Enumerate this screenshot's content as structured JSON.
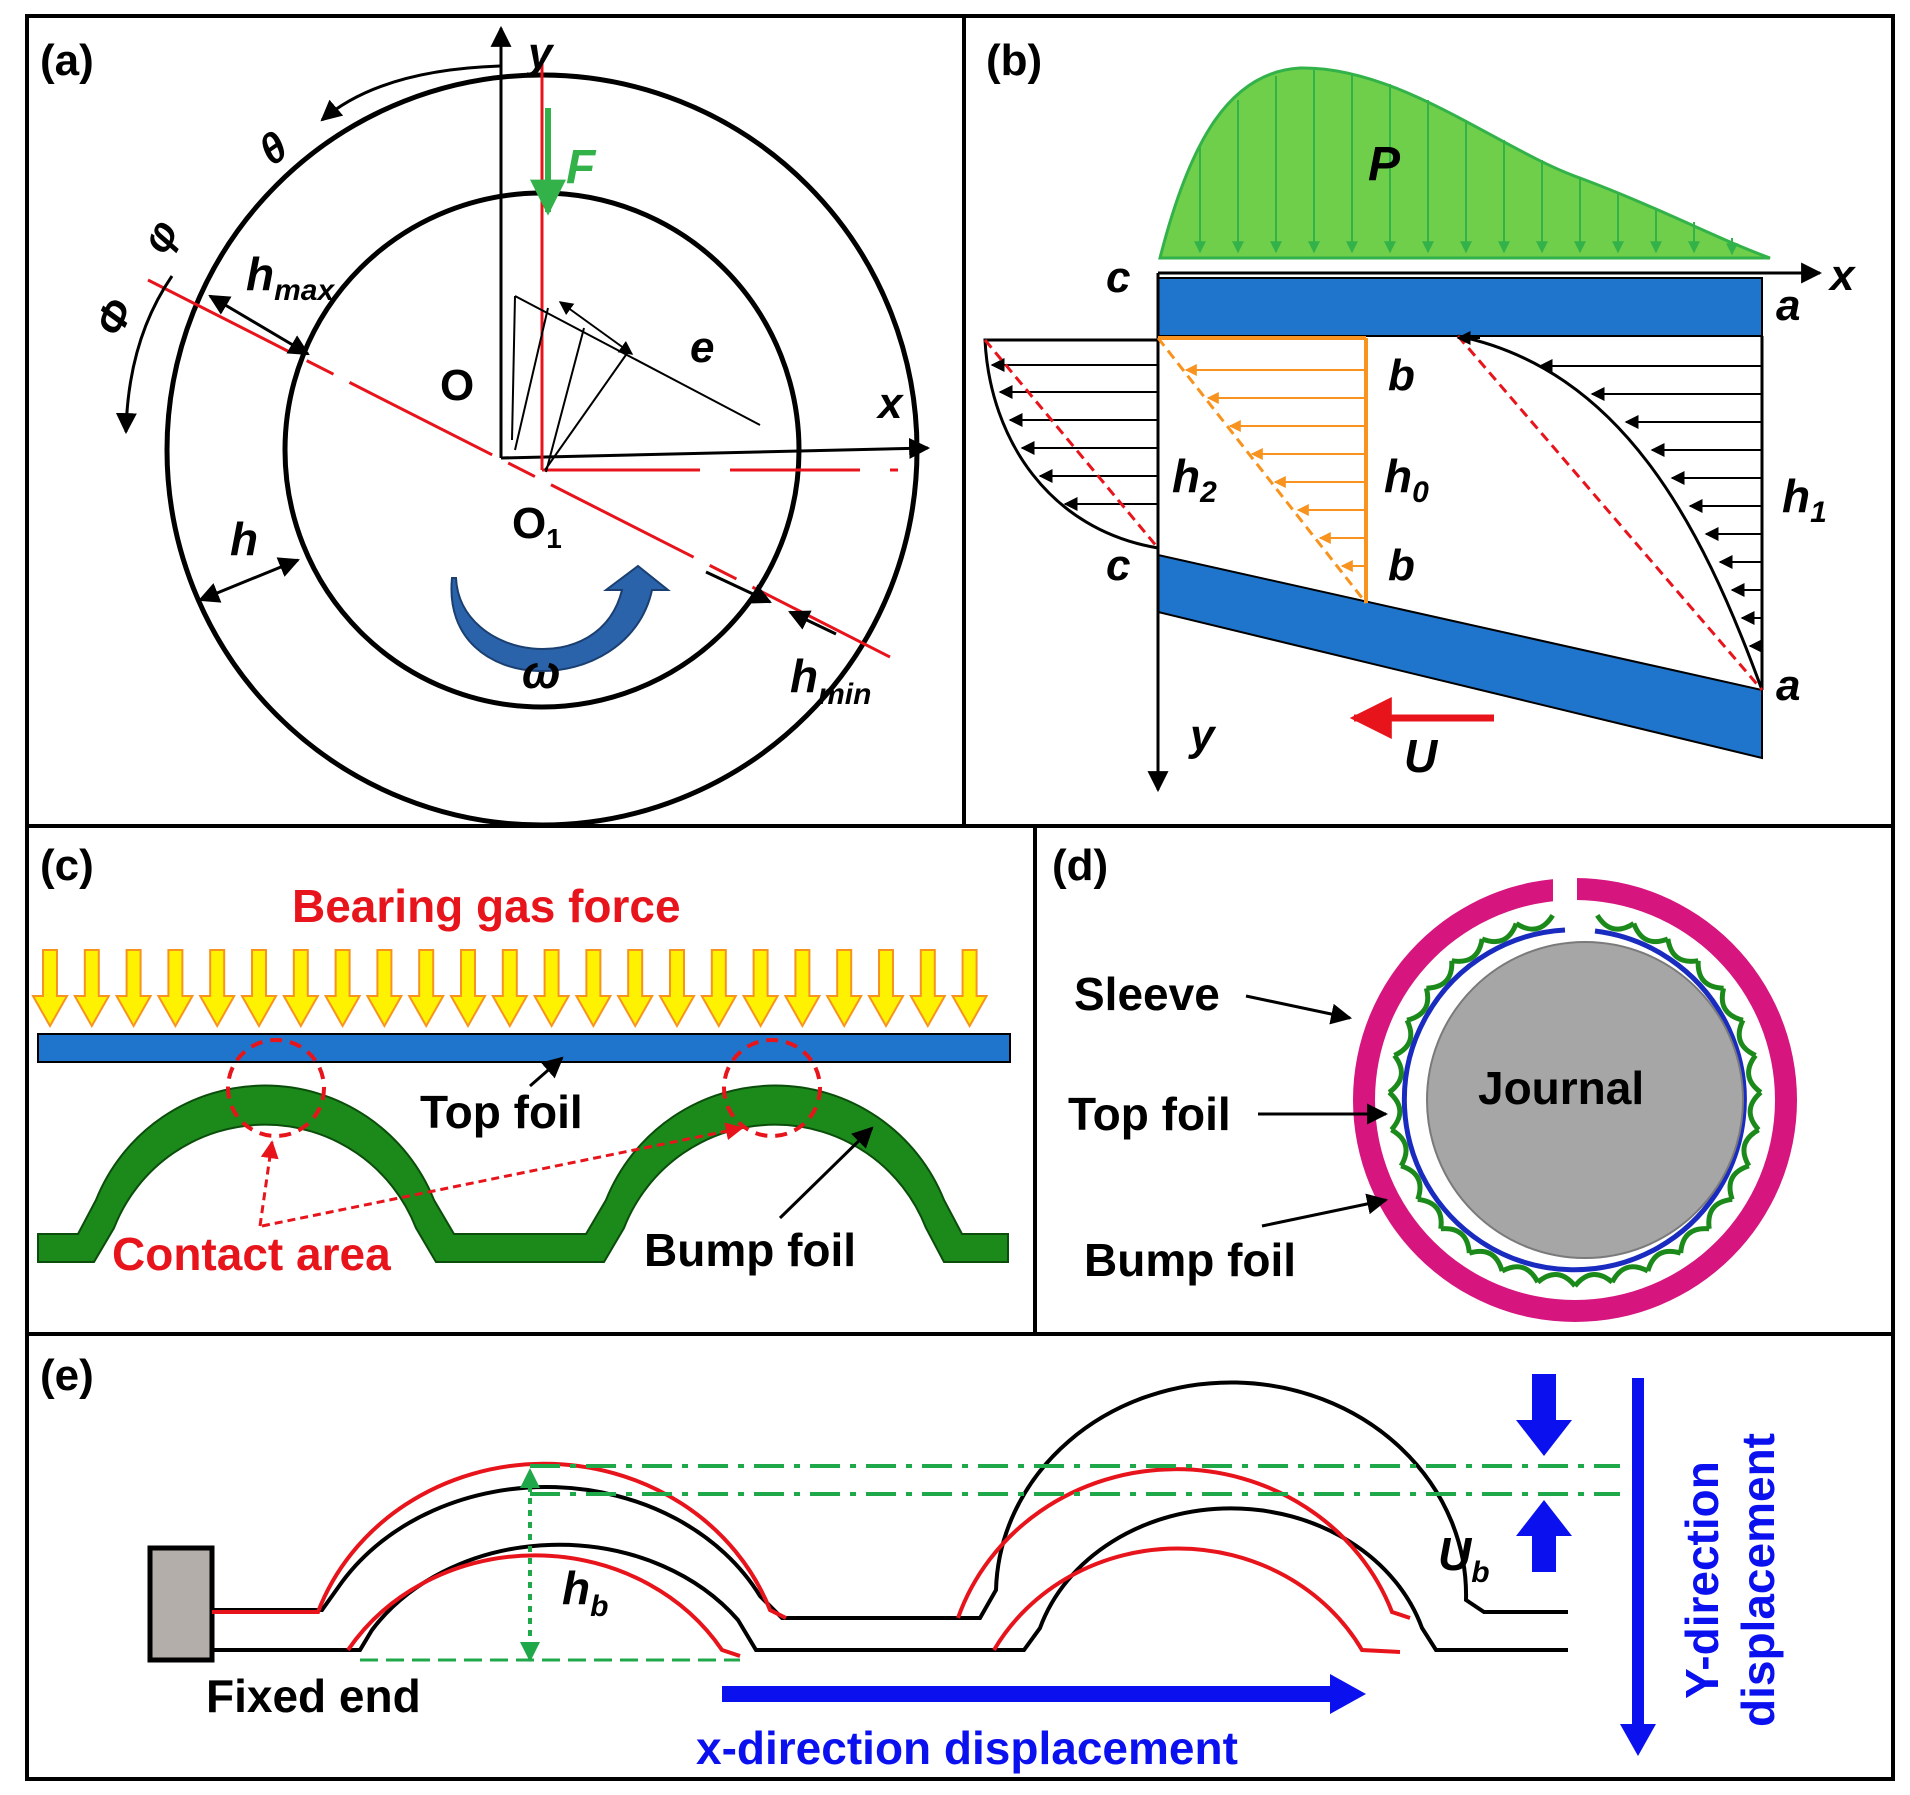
{
  "panels": {
    "a": {
      "tag": "(a)",
      "y": "y",
      "x": "x",
      "F": "F",
      "theta": "θ",
      "varphi": "φ",
      "Phi": "Φ",
      "h_max_base": "h",
      "h_max_sub": "max",
      "e": "e",
      "O": "O",
      "O1_base": "O",
      "O1_sub": "1",
      "h": "h",
      "omega": "ω",
      "h_min_base": "h",
      "h_min_sub": "min"
    },
    "b": {
      "tag": "(b)",
      "P": "P",
      "x": "x",
      "y": "y",
      "c_top": "c",
      "c_bottom": "c",
      "a_top": "a",
      "a_bottom": "a",
      "b_top": "b",
      "b_bottom": "b",
      "h0_base": "h",
      "h0_sub": "0",
      "h1_base": "h",
      "h1_sub": "1",
      "h2_base": "h",
      "h2_sub": "2",
      "U": "U"
    },
    "c": {
      "tag": "(c)",
      "bearing_gas_force": "Bearing gas force",
      "top_foil": "Top foil",
      "contact_area": "Contact area",
      "bump_foil": "Bump foil"
    },
    "d": {
      "tag": "(d)",
      "sleeve": "Sleeve",
      "top_foil": "Top foil",
      "bump_foil": "Bump foil",
      "journal": "Journal"
    },
    "e": {
      "tag": "(e)",
      "hb_base": "h",
      "hb_sub": "b",
      "ub_base": "U",
      "ub_sub": "b",
      "fixed_end": "Fixed end",
      "x_displacement": "x-direction displacement",
      "y_displacement_line1": "Y-direction",
      "y_displacement_line2": "displacement"
    }
  },
  "colors": {
    "black": "#000000",
    "red": "#e8141c",
    "green_line": "#33b24a",
    "green_fill": "#6fcf4a",
    "foil_green": "#1b8a1b",
    "blue_bar": "#1f75cc",
    "orange": "#f7931e",
    "arrow_blue": "#2b63ab",
    "magenta": "#d6157f",
    "journal_gray": "#a6a6a6",
    "text_blue": "#0a10ee",
    "text_red": "#e8141c",
    "yellow": "#fff200"
  }
}
